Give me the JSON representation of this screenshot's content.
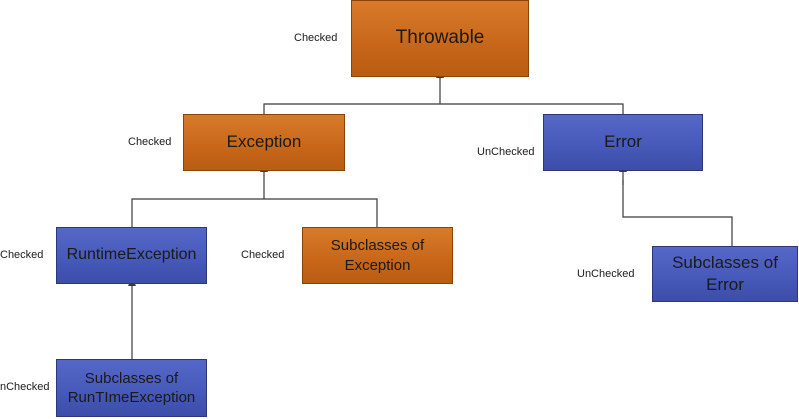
{
  "nodes": {
    "throwable": {
      "label": "Throwable",
      "status": "Checked",
      "color": "#c76619"
    },
    "exception": {
      "label": "Exception",
      "status": "Checked",
      "color": "#c76619"
    },
    "error": {
      "label": "Error",
      "status": "UnChecked",
      "color": "#4658b8"
    },
    "runtime_exception": {
      "label": "RuntimeException",
      "status": "Checked",
      "color": "#4658b8"
    },
    "subclasses_of_exception": {
      "label": "Subclasses of Exception",
      "status": "Checked",
      "color": "#c76619"
    },
    "subclasses_of_error": {
      "label": "Subclasses of Error",
      "status": "UnChecked",
      "color": "#4658b8"
    },
    "subclasses_of_runtime_exception": {
      "label": "Subclasses of RunTImeException",
      "status": "nChecked",
      "color": "#4658b8"
    }
  }
}
